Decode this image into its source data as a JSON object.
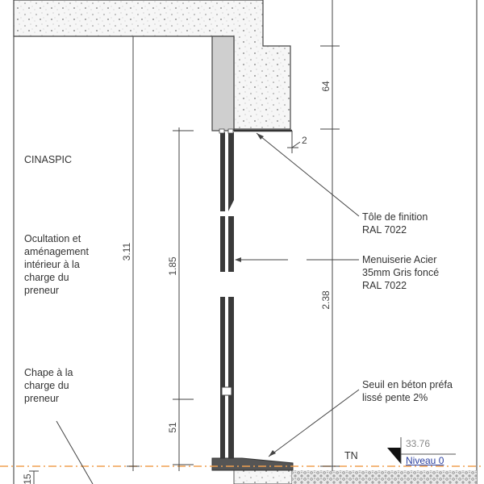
{
  "labels": {
    "cinaspic": "CINASPIC",
    "occultation": "Ocultation et\naménagement\nintérieur à la\ncharge du\npreneur",
    "chape": "Chape à la\ncharge du\npreneur",
    "tole": "Tôle de finition\nRAL 7022",
    "menuiserie": "Menuiserie Acier\n35mm Gris foncé\nRAL 7022",
    "seuil": "Seuil en béton préfa\nlissé pente 2%",
    "tn": "TN"
  },
  "dimensions": {
    "d311": "3.11",
    "d185": "1.85",
    "d51": "51",
    "d64": "64",
    "d238": "2.38",
    "d2": "2",
    "d15": "15"
  },
  "level": {
    "value": "33.76",
    "name": "Niveau 0"
  },
  "colors": {
    "line": "#444444",
    "frame": "#3a3a3a",
    "panel": "#cfcfcf",
    "level_line": "#f0a050",
    "level_link": "#2a3fa0"
  }
}
